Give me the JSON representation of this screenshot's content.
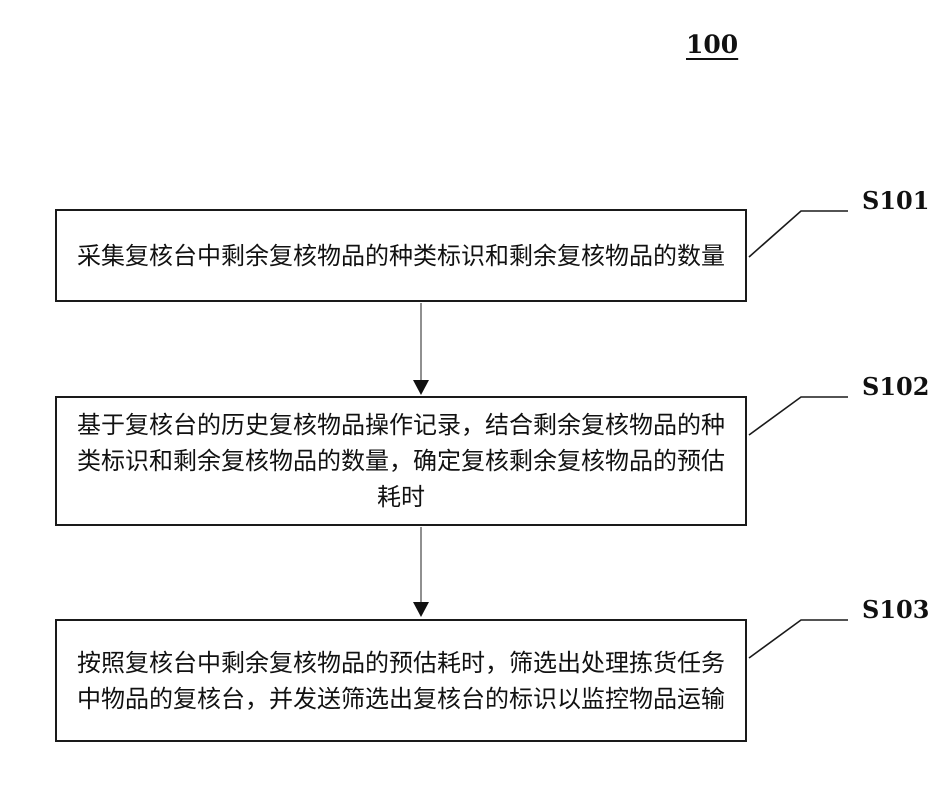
{
  "figure": {
    "number": "100"
  },
  "steps": [
    {
      "label": "S101",
      "text": "采集复核台中剩余复核物品的种类标识和剩余复核物品的数量"
    },
    {
      "label": "S102",
      "text": "基于复核台的历史复核物品操作记录，结合剩余复核物品的种类标识和剩余复核物品的数量，确定复核剩余复核物品的预估耗时"
    },
    {
      "label": "S103",
      "text": "按照复核台中剩余复核物品的预估耗时，筛选出处理拣货任务中物品的复核台，并发送筛选出复核台的标识以监控物品运输"
    }
  ]
}
